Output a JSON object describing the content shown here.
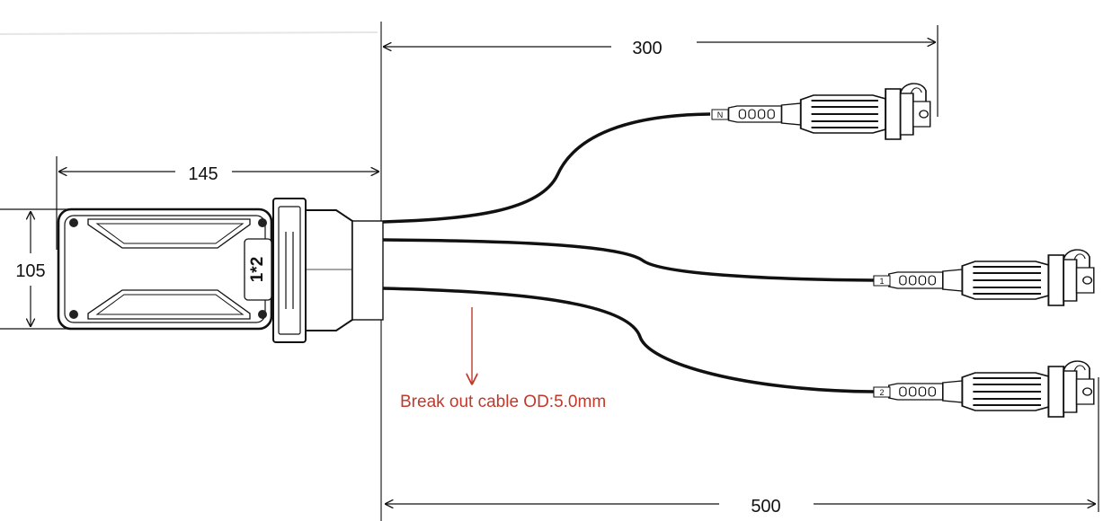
{
  "dimensions": {
    "body_width": "145",
    "body_height": "105",
    "branch_n_length": "300",
    "branch_total_length": "500"
  },
  "splitter": {
    "ratio_label": "1*2"
  },
  "branches": [
    {
      "tag": "N"
    },
    {
      "tag": "1"
    },
    {
      "tag": "2"
    }
  ],
  "annotation": {
    "text": "Break out cable OD:5.0mm",
    "color": "#c0392b"
  }
}
